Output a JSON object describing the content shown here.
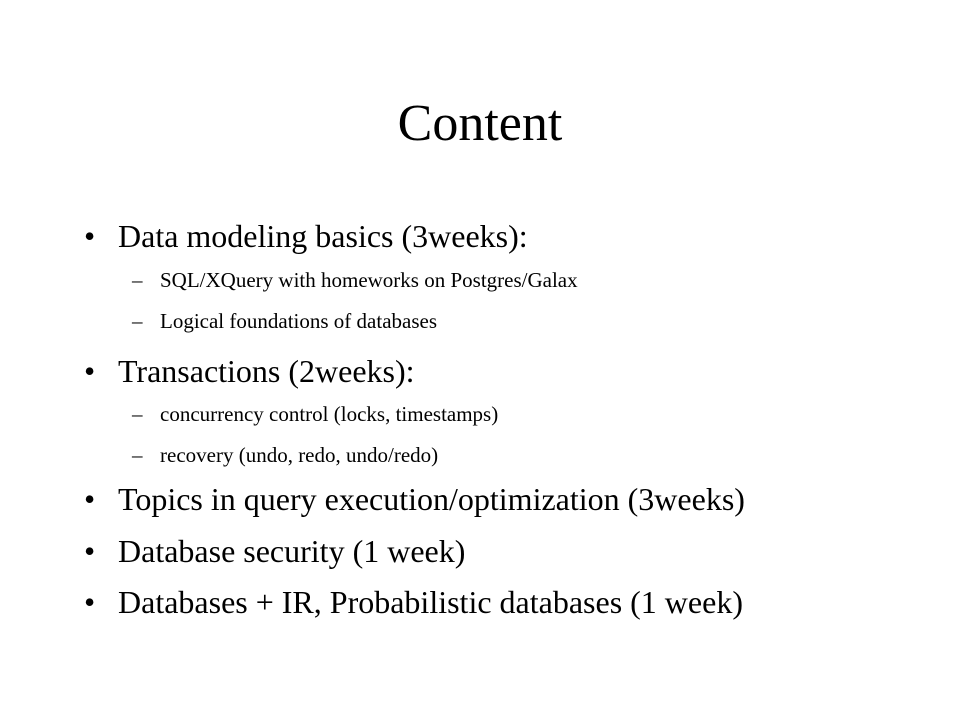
{
  "slide": {
    "title": "Content",
    "bullet_glyph": "•",
    "dash_glyph": "–",
    "items": [
      {
        "level": 1,
        "text": "Data modeling basics (3weeks):"
      },
      {
        "level": 2,
        "text": "SQL/XQuery with homeworks on Postgres/Galax"
      },
      {
        "level": 2,
        "text": "Logical foundations of databases"
      },
      {
        "level": 1,
        "text": "Transactions (2weeks):"
      },
      {
        "level": 2,
        "text": "concurrency control (locks, timestamps)"
      },
      {
        "level": 2,
        "text": "recovery (undo, redo, undo/redo)"
      },
      {
        "level": 1,
        "text": "Topics in query execution/optimization (3weeks)"
      },
      {
        "level": 1,
        "text": "Database security (1 week)"
      },
      {
        "level": 1,
        "text": "Databases + IR, Probabilistic databases (1 week)"
      }
    ]
  }
}
